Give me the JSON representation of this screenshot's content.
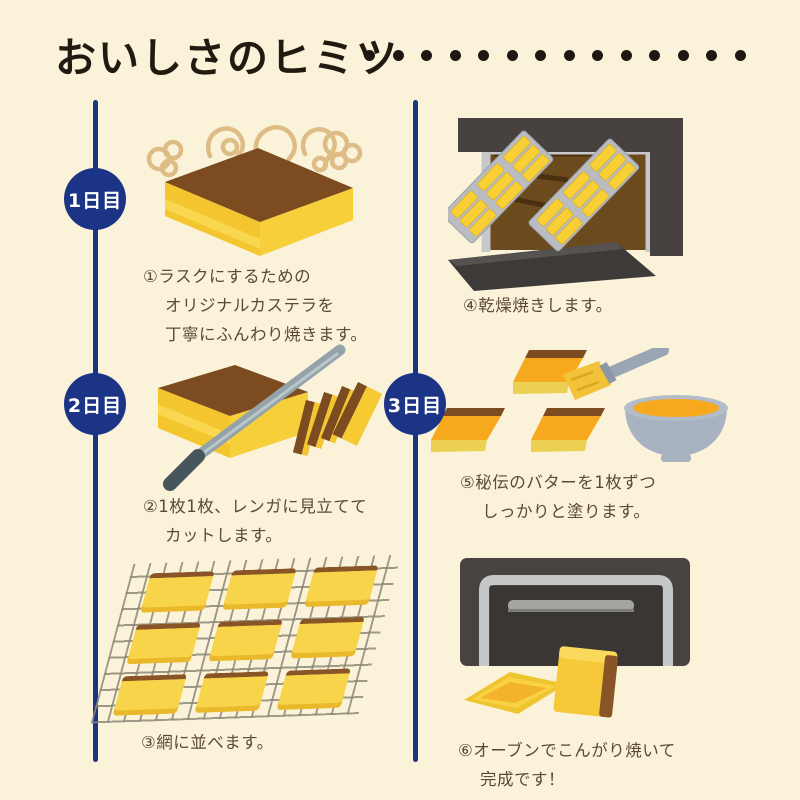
{
  "colors": {
    "background_cream": "#faf3d9",
    "accent_navy": "#1c3485",
    "title_ink": "#211a10",
    "caption_brown": "#5d4936",
    "cake_yellow": "#f3c52e",
    "cake_crust_brown": "#7c4b20",
    "butter_orange": "#f6a91c",
    "oven_dark": "#474140",
    "tray_gray": "#b9bdc2"
  },
  "title": {
    "text": "おいしさのヒミツ",
    "dots": 14
  },
  "badges": [
    {
      "label": "1日目"
    },
    {
      "label": "2日目"
    },
    {
      "label": "3日目"
    }
  ],
  "steps": [
    {
      "illustration": "steaming-castella-cake",
      "caption": [
        "①ラスクにするための",
        "オリジナルカステラを",
        "丁寧にふんわり焼きます。"
      ]
    },
    {
      "illustration": "cutting-castella-with-knife",
      "caption": [
        "②1枚1枚、レンガに見立てて",
        "カットします。"
      ]
    },
    {
      "illustration": "slices-on-wire-rack",
      "caption": [
        "③網に並べます。"
      ]
    },
    {
      "illustration": "open-oven-dry-baking-trays",
      "caption": [
        "④乾燥焼きします。"
      ]
    },
    {
      "illustration": "brushing-butter-on-slices",
      "caption": [
        "⑤秘伝のバターを1枚ずつ",
        "しっかりと塗ります。"
      ]
    },
    {
      "illustration": "oven-final-bake-finished-rusk",
      "caption": [
        "⑥オーブンでこんがり焼いて",
        "完成です！"
      ]
    }
  ]
}
